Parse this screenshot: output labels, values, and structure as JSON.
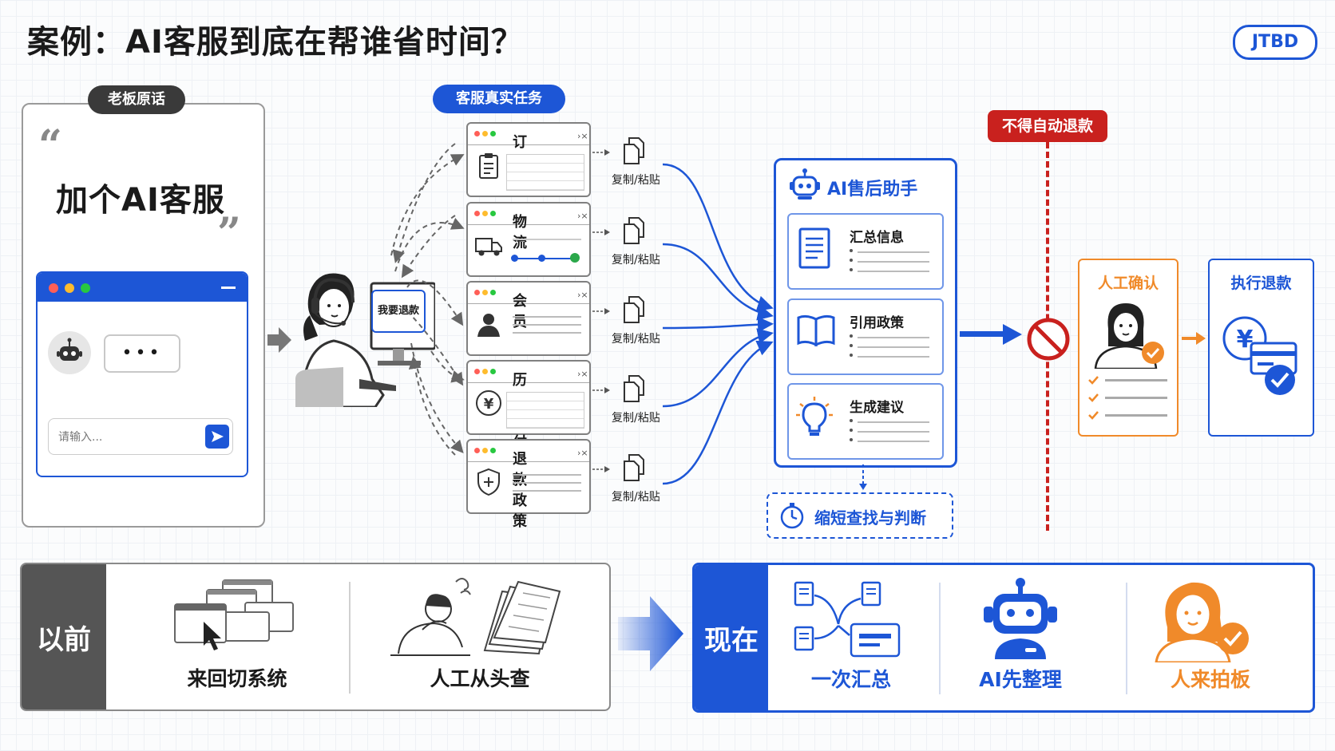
{
  "title": "案例：AI客服到底在帮谁省时间？",
  "badge": "JTBD",
  "boss": {
    "tag": "老板原话",
    "quote_open": "“",
    "quote_close": "”",
    "text": "加个AI客服",
    "chat_typing": "•••",
    "chat_placeholder": "请输入...",
    "send_icon": "paper-plane-icon"
  },
  "tasks": {
    "tag": "客服真实任务",
    "agent_bubble": "我要退款",
    "cards": [
      {
        "title": "订单",
        "icon": "clipboard-icon",
        "copy": "复制/粘贴"
      },
      {
        "title": "物流",
        "icon": "truck-icon",
        "copy": "复制/粘贴"
      },
      {
        "title": "会员",
        "icon": "user-icon",
        "copy": "复制/粘贴"
      },
      {
        "title": "历史赔付",
        "icon": "yen-coin-icon",
        "copy": "复制/粘贴"
      },
      {
        "title": "退款政策",
        "icon": "shield-icon",
        "copy": "复制/粘贴"
      }
    ]
  },
  "ai": {
    "title": "AI售后助手",
    "items": [
      {
        "label": "汇总信息",
        "icon": "document-icon"
      },
      {
        "label": "引用政策",
        "icon": "book-icon"
      },
      {
        "label": "生成建议",
        "icon": "lightbulb-icon"
      }
    ],
    "shorten": "缩短查找与判断"
  },
  "guard": {
    "label": "不得自动退款",
    "icon": "prohibited-icon"
  },
  "human_confirm": "人工确认",
  "execute_refund": "执行退款",
  "before": {
    "label": "以前",
    "items": [
      "来回切系统",
      "人工从头查"
    ]
  },
  "after": {
    "label": "现在",
    "items": [
      "一次汇总",
      "AI先整理",
      "人来拍板"
    ]
  },
  "colors": {
    "blue": "#1d56d6",
    "red": "#c9211e",
    "orange": "#f08a2a",
    "gray_dark": "#555555"
  }
}
